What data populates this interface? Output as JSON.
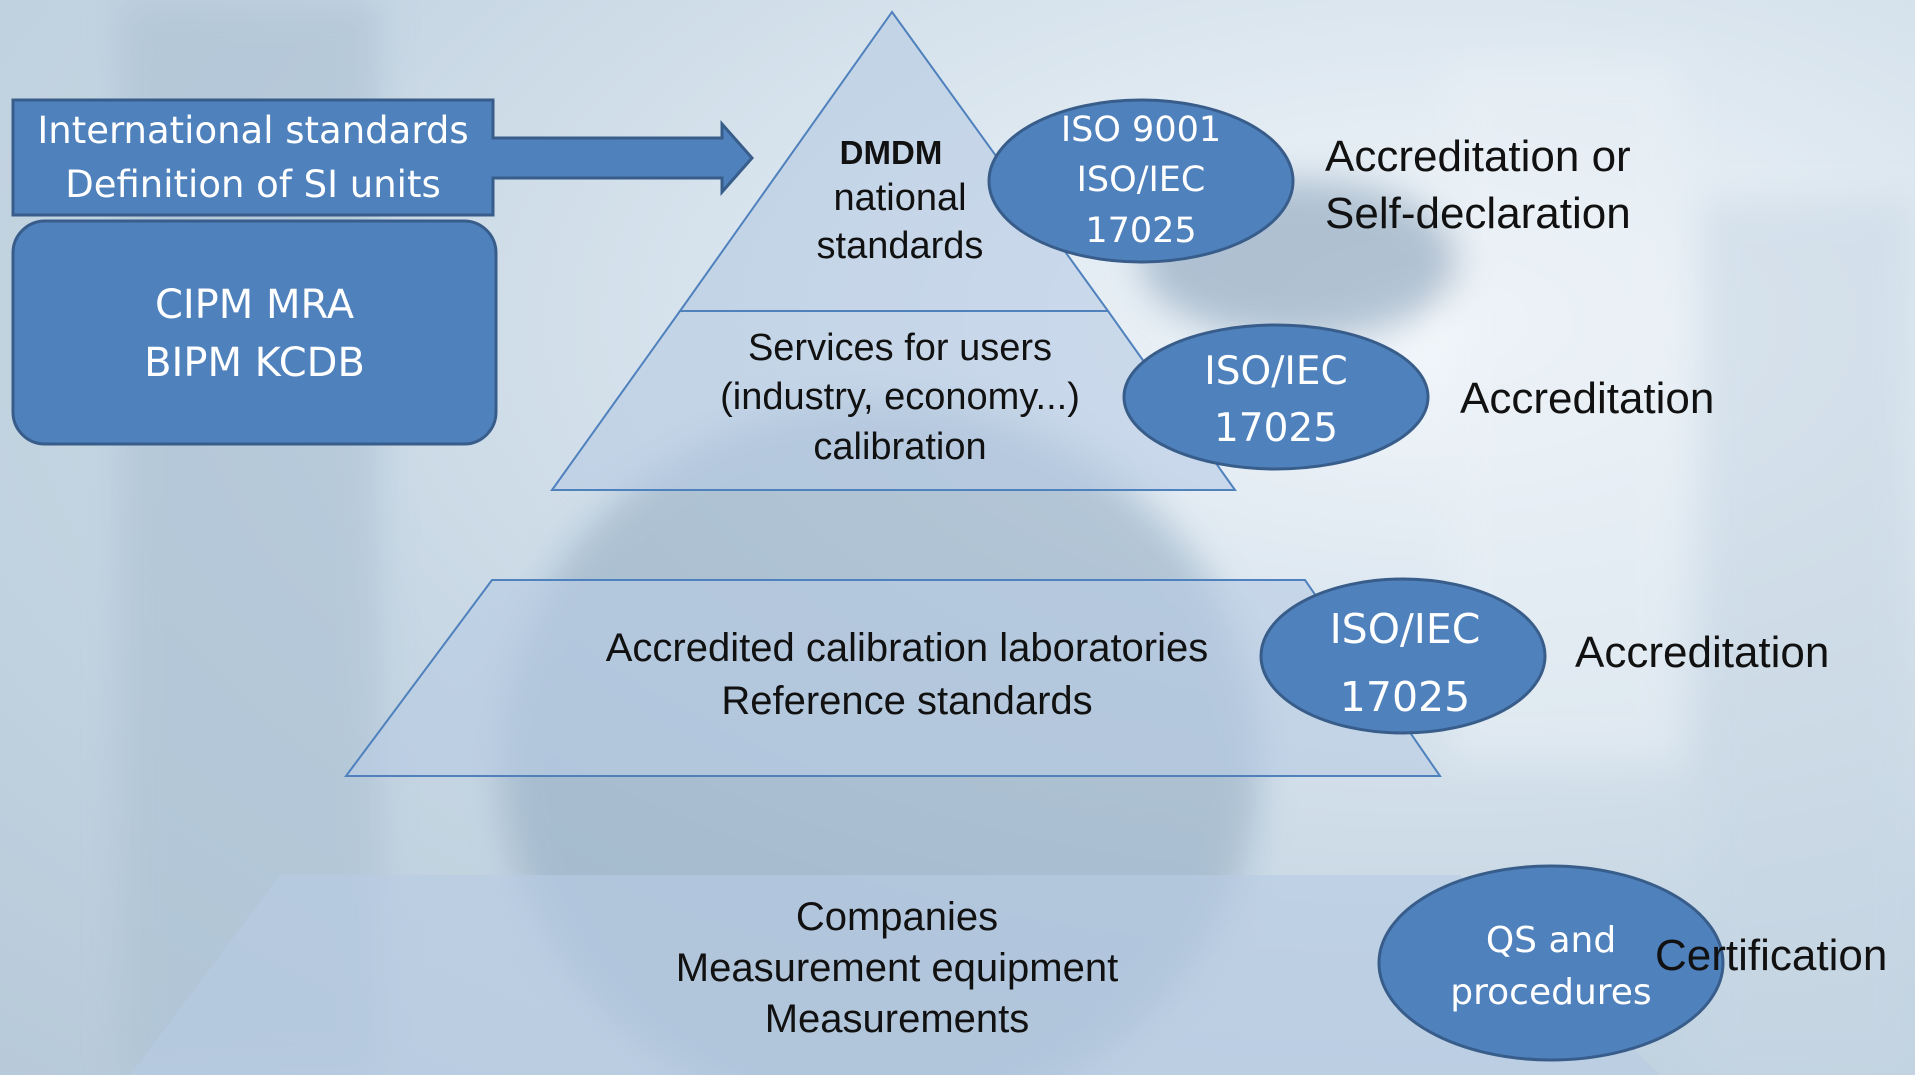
{
  "top_box": {
    "lines": [
      "International standards",
      "Definition of SI units"
    ]
  },
  "cipm_box": {
    "lines": [
      "CIPM MRA",
      "BIPM KCDB"
    ]
  },
  "pyramid": {
    "tier1": {
      "bold": "DMDM",
      "lines": [
        "national",
        "standards"
      ]
    },
    "tier2": {
      "lines": [
        "Services for users",
        "(industry, economy...)",
        "calibration"
      ]
    },
    "tier3": {
      "lines": [
        "Accredited calibration laboratories",
        "Reference standards"
      ]
    },
    "tier4": {
      "lines": [
        "Companies",
        "Measurement equipment",
        "Measurements"
      ]
    }
  },
  "ovals": {
    "oval1": {
      "lines": [
        "ISO 9001",
        "ISO/IEC",
        "17025"
      ]
    },
    "oval2": {
      "lines": [
        "ISO/IEC",
        "17025"
      ]
    },
    "oval3": {
      "lines": [
        "ISO/IEC",
        "17025"
      ]
    },
    "oval4": {
      "lines": [
        "QS and",
        "procedures"
      ]
    }
  },
  "side_labels": {
    "label1": [
      "Accreditation or",
      "Self-declaration"
    ],
    "label2": "Accreditation",
    "label3": "Accreditation",
    "label4": "Certification"
  },
  "colors": {
    "box_fill": "#4f81bd",
    "box_stroke": "#385d8a",
    "pyramid_fill": "#b8cce4",
    "pyramid_stroke": "#4f81bd"
  }
}
